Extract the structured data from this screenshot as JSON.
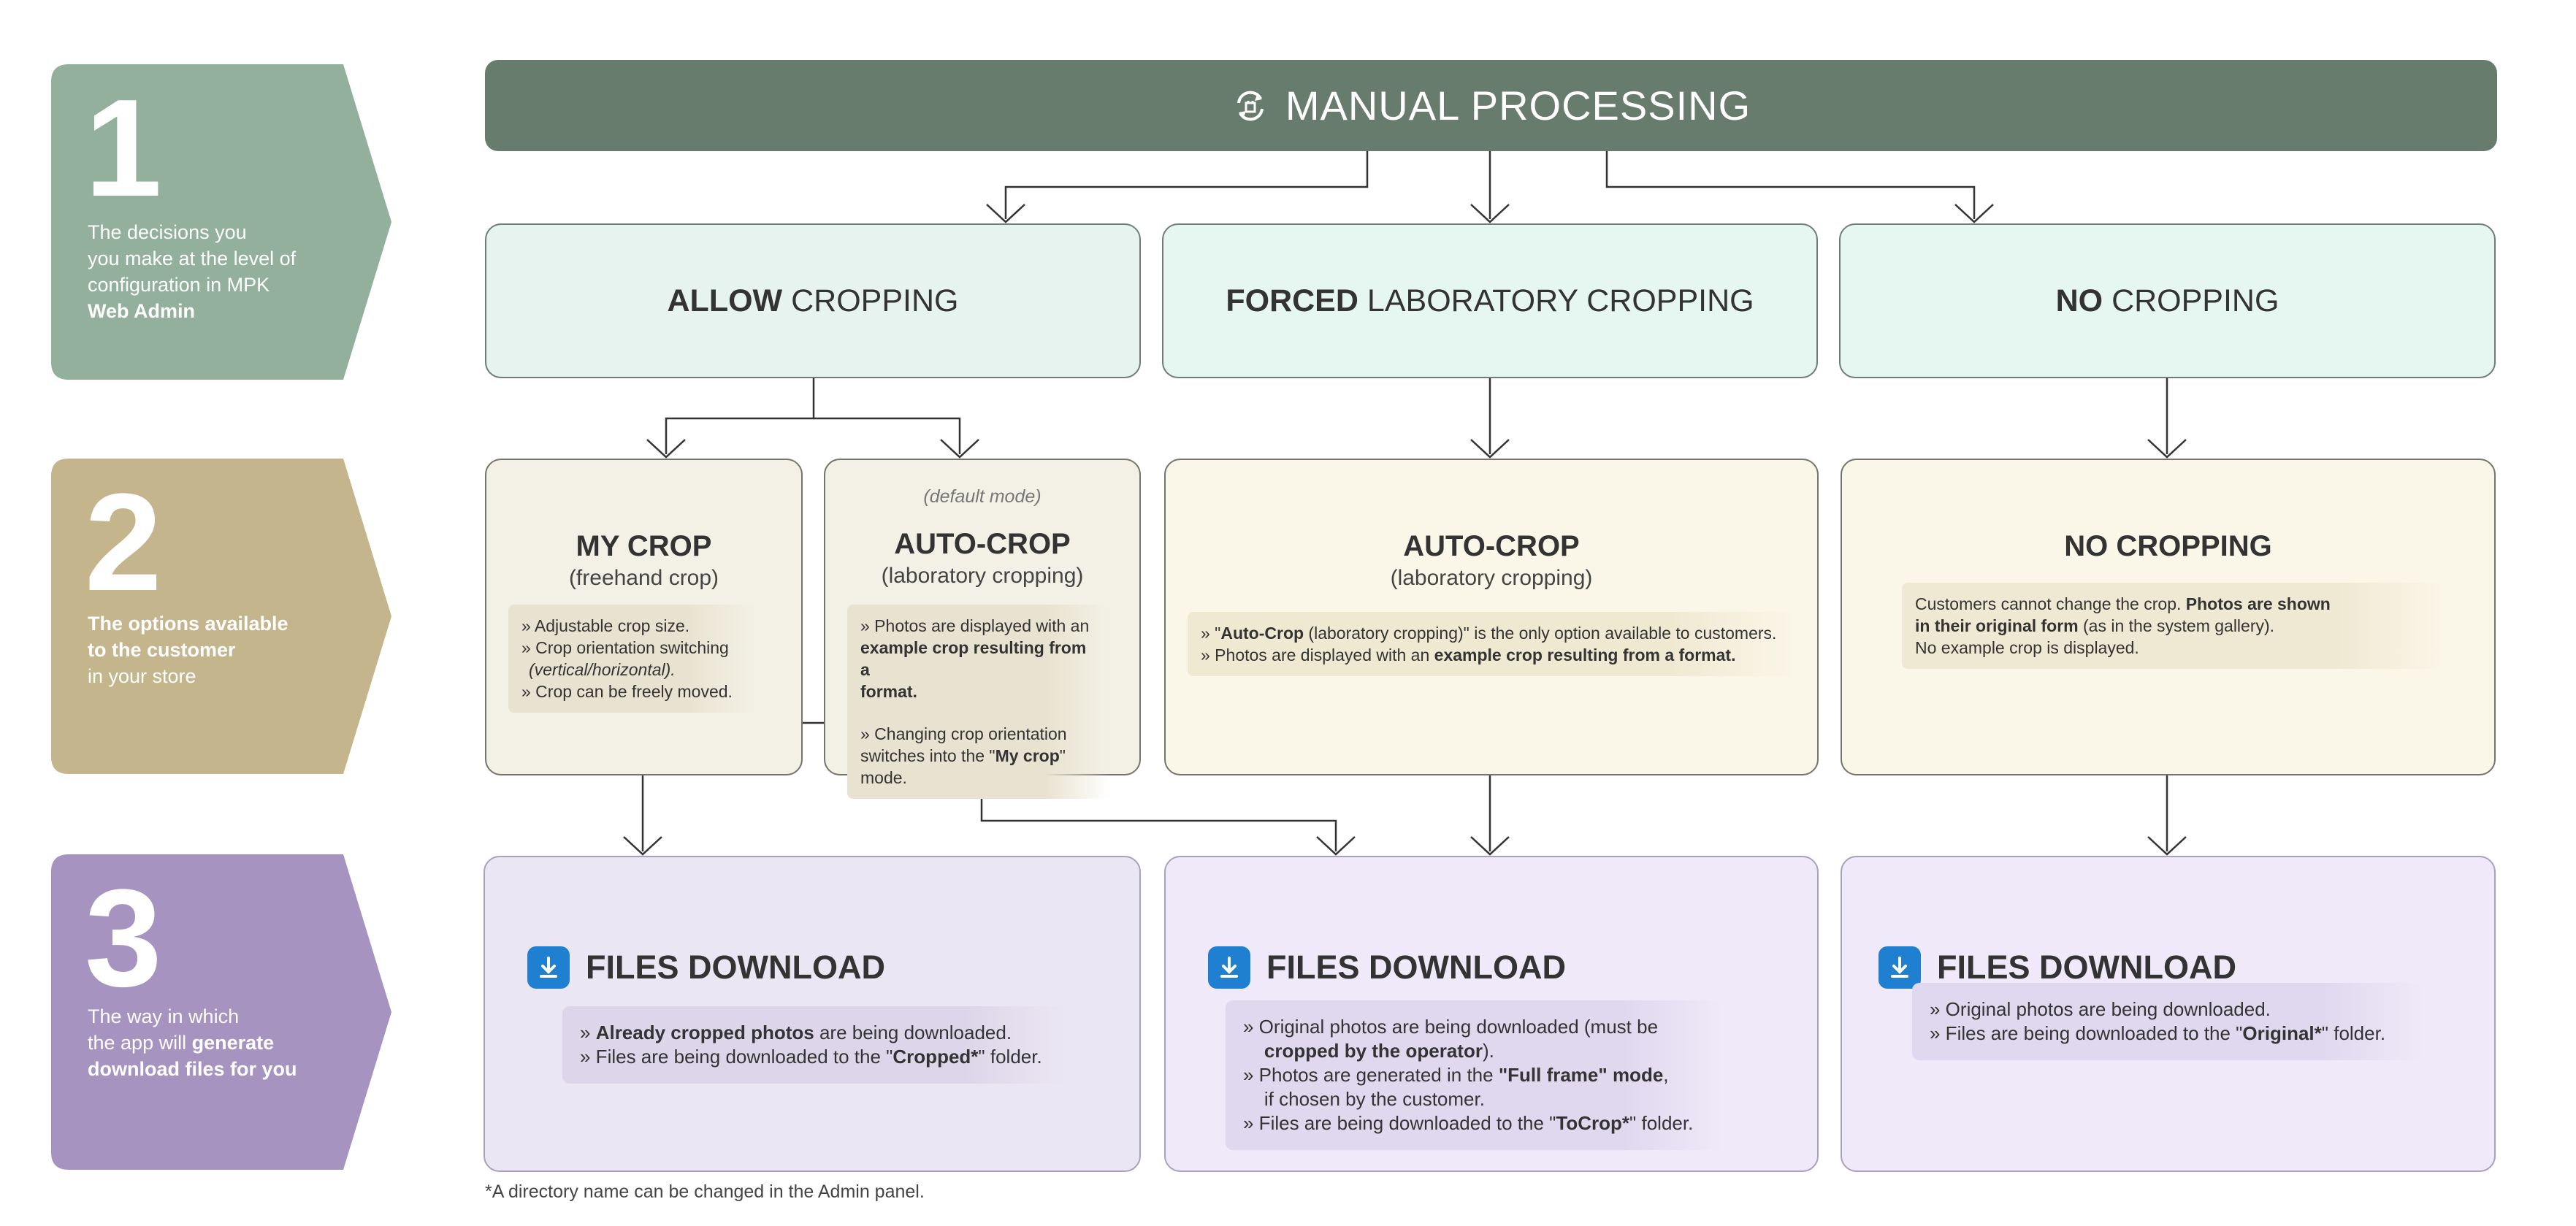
{
  "steps": [
    {
      "number": "1",
      "lines": [
        {
          "text": "The decisions you",
          "bold": false
        },
        {
          "text": "you make at the level of",
          "bold": false
        },
        {
          "text": "configuration in MPK",
          "bold": false
        },
        {
          "text": "Web Admin",
          "bold": true
        }
      ],
      "color": "#92b09b"
    },
    {
      "number": "2",
      "lines": [
        {
          "text": "The options available",
          "bold": true
        },
        {
          "text": "to the customer",
          "bold": true
        },
        {
          "text": "in your store",
          "bold": false
        }
      ],
      "color": "#c4b58d"
    },
    {
      "number": "3",
      "lines": [
        {
          "text": "The way in which",
          "bold": false
        },
        {
          "text": "the app will <b>generate</b>",
          "bold": false
        },
        {
          "text": "download files for you",
          "bold": true
        }
      ],
      "color": "#a693bf"
    }
  ],
  "header": {
    "title": "MANUAL PROCESSING",
    "icon": "manual-processing-icon",
    "color": "#687c6e"
  },
  "level1": [
    {
      "bold": "ALLOW",
      "rest": "CROPPING"
    },
    {
      "bold": "FORCED",
      "rest": "LABORATORY CROPPING"
    },
    {
      "bold": "NO",
      "rest": "CROPPING"
    }
  ],
  "level2": {
    "my_crop": {
      "title": "MY CROP",
      "sub": "(freehand crop)",
      "items": [
        "» Adjustable crop size.",
        "» Crop orientation switching",
        "<i>(vertical/horizontal).</i>",
        "» Crop can be freely moved."
      ]
    },
    "auto_crop_a": {
      "note": "(default mode)",
      "title": "AUTO-CROP",
      "sub": "(laboratory cropping)",
      "items": [
        "»  Photos are displayed with an",
        "<b>example crop resulting from a</b>",
        "<b>format.</b>",
        "",
        "»  Changing crop orientation",
        "switches into the \"<b>My crop</b>\" mode."
      ]
    },
    "auto_crop_b": {
      "title": "AUTO-CROP",
      "sub": "(laboratory cropping)",
      "items": [
        "» \"<b>Auto-Crop</b> (laboratory cropping)\" is the only option available to customers.",
        "» Photos are displayed with an <b>example crop resulting from a format.</b>"
      ]
    },
    "no_crop": {
      "title": "NO CROPPING",
      "items": [
        "Customers cannot change the crop. <b>Photos are shown</b>",
        "<b>in their original form</b> (as in the system gallery).",
        "No example crop is displayed."
      ]
    }
  },
  "level3": [
    {
      "title": "FILES DOWNLOAD",
      "items": [
        "»  <b>Already cropped photos</b> are being downloaded.",
        "»  Files are being downloaded to the \"<b>Cropped*</b>\" folder."
      ]
    },
    {
      "title": "FILES DOWNLOAD",
      "items": [
        "»  Original photos are being downloaded (must be",
        "&nbsp;&nbsp;&nbsp;&nbsp;<b>cropped by the operator</b>).",
        "»  Photos are generated in the <b>\"Full frame\" mode</b>,",
        "&nbsp;&nbsp;&nbsp;&nbsp;if chosen by the customer.",
        "»  Files are being downloaded to the \"<b>ToCrop*</b>\" folder."
      ]
    },
    {
      "title": "FILES DOWNLOAD",
      "items": [
        "»  Original photos are being downloaded.",
        "»  Files are being downloaded to the \"<b>Original*</b>\" folder."
      ]
    }
  ],
  "footnote": "*A directory name can be changed in the Admin panel.",
  "colors": {
    "level1_fill": "#e6f3ee",
    "level2_fill": "#f5f1e4",
    "level3_fill": "#ebe6f5",
    "download_icon": "#1f7fd1"
  }
}
